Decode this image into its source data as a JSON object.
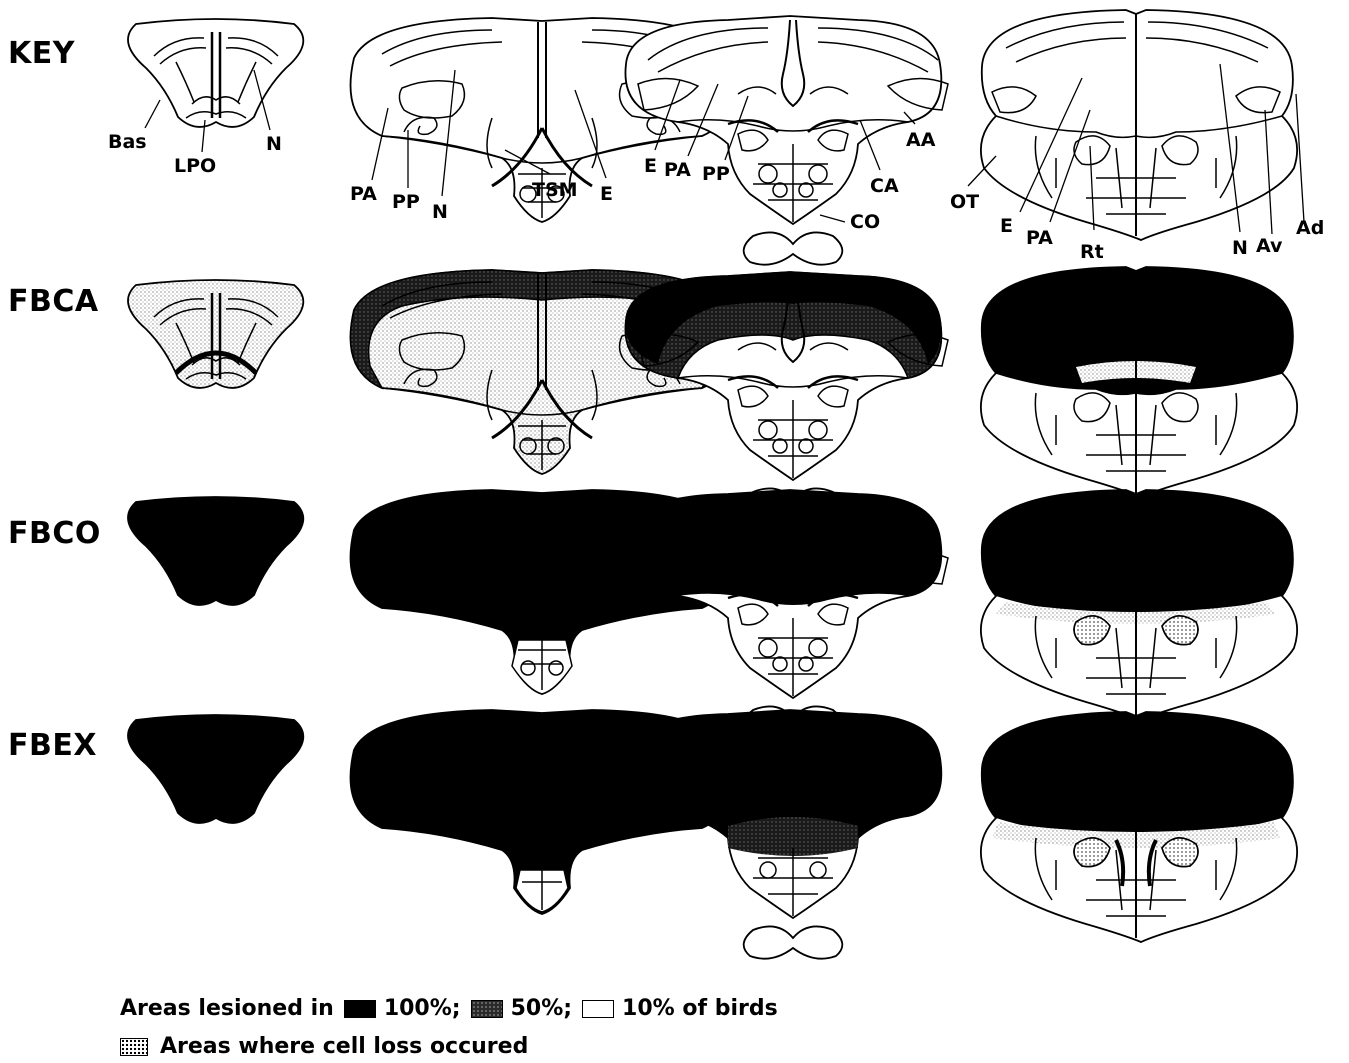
{
  "rows": [
    {
      "label": "KEY"
    },
    {
      "label": "FBCA"
    },
    {
      "label": "FBCO"
    },
    {
      "label": "FBEX"
    }
  ],
  "key_labels": [
    {
      "text": "Bas"
    },
    {
      "text": "LPO"
    },
    {
      "text": "N"
    },
    {
      "text": "PA"
    },
    {
      "text": "PP"
    },
    {
      "text": "N"
    },
    {
      "text": "TSM"
    },
    {
      "text": "E"
    },
    {
      "text": "E"
    },
    {
      "text": "PA"
    },
    {
      "text": "PP"
    },
    {
      "text": "CA"
    },
    {
      "text": "AA"
    },
    {
      "text": "CO"
    },
    {
      "text": "OT"
    },
    {
      "text": "E"
    },
    {
      "text": "PA"
    },
    {
      "text": "Rt"
    },
    {
      "text": "N"
    },
    {
      "text": "Av"
    },
    {
      "text": "Ad"
    }
  ],
  "legend": {
    "prefix": "Areas lesioned in",
    "items": [
      {
        "text": "100%;",
        "fill": "solid-black"
      },
      {
        "text": "50%;",
        "fill": "dark-stipple"
      },
      {
        "text": "10% of birds",
        "fill": "white"
      }
    ],
    "cell_loss": "Areas where cell loss occured"
  },
  "colors": {
    "ink": "#000000",
    "paper": "#ffffff",
    "stipple": "#d8d8d8"
  }
}
